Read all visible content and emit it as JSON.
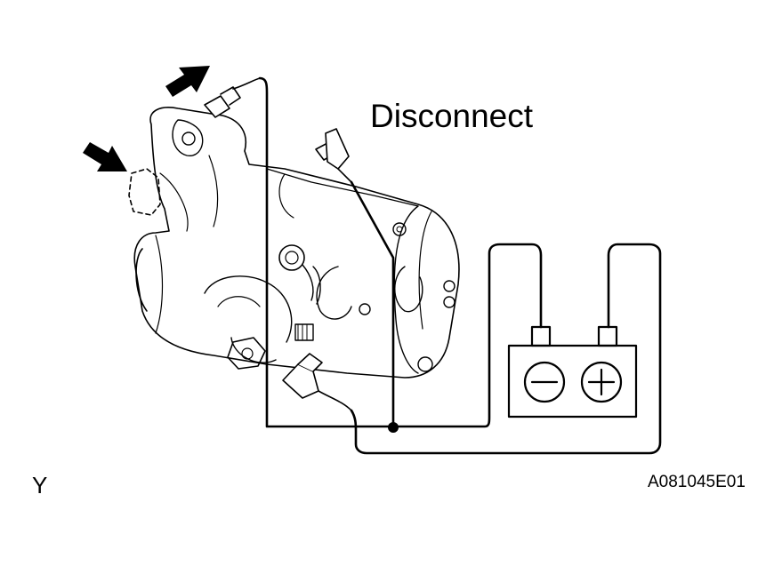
{
  "diagram": {
    "disconnect_label": "Disconnect",
    "view_label": "Y",
    "figure_code": "A081045E01",
    "battery": {
      "negative_symbol": "minus-sign",
      "positive_symbol": "plus-sign"
    },
    "colors": {
      "line": "#000000",
      "background": "#ffffff"
    }
  }
}
